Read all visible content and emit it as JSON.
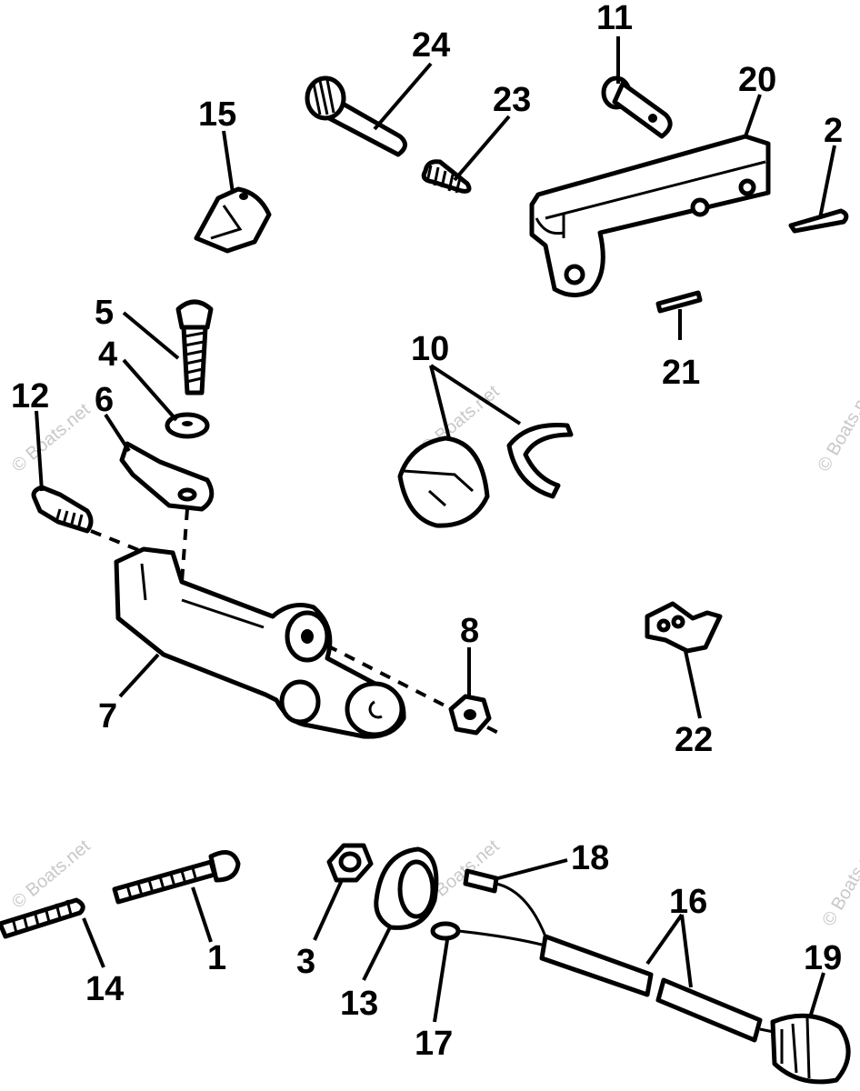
{
  "callouts": [
    {
      "id": "1",
      "label": "1"
    },
    {
      "id": "2",
      "label": "2"
    },
    {
      "id": "3",
      "label": "3"
    },
    {
      "id": "4",
      "label": "4"
    },
    {
      "id": "5",
      "label": "5"
    },
    {
      "id": "6",
      "label": "6"
    },
    {
      "id": "7",
      "label": "7"
    },
    {
      "id": "8",
      "label": "8"
    },
    {
      "id": "10",
      "label": "10"
    },
    {
      "id": "11",
      "label": "11"
    },
    {
      "id": "12",
      "label": "12"
    },
    {
      "id": "13",
      "label": "13"
    },
    {
      "id": "14",
      "label": "14"
    },
    {
      "id": "15",
      "label": "15"
    },
    {
      "id": "16",
      "label": "16"
    },
    {
      "id": "17",
      "label": "17"
    },
    {
      "id": "18",
      "label": "18"
    },
    {
      "id": "19",
      "label": "19"
    },
    {
      "id": "20",
      "label": "20"
    },
    {
      "id": "21",
      "label": "21"
    },
    {
      "id": "22",
      "label": "22"
    },
    {
      "id": "23",
      "label": "23"
    },
    {
      "id": "24",
      "label": "24"
    }
  ],
  "watermark": "© Boats.net"
}
